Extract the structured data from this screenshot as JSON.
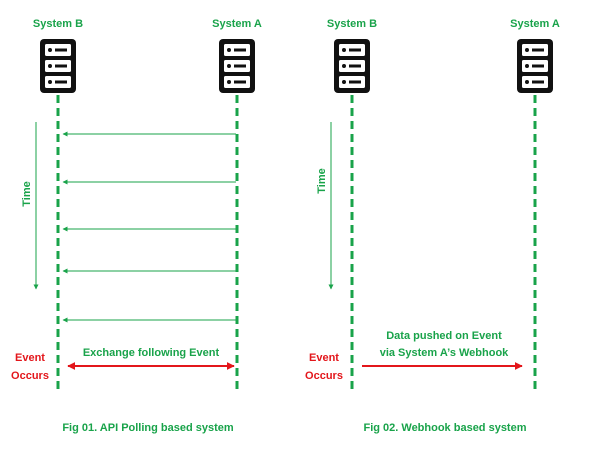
{
  "colors": {
    "green": "#19a34a",
    "red": "#e3161b",
    "ink": "#111111"
  },
  "icons": {
    "server": "server-icon"
  },
  "fig1": {
    "system_b": "System B",
    "system_a": "System A",
    "time": "Time",
    "event_line1": "Event",
    "event_line2": "Occurs",
    "exchange": "Exchange following Event",
    "caption": "Fig 01. API Polling based system",
    "poll_count": 5
  },
  "fig2": {
    "system_b": "System B",
    "system_a": "System A",
    "time": "Time",
    "event_line1": "Event",
    "event_line2": "Occurs",
    "push_line1": "Data pushed on Event",
    "push_line2": "via System A’s Webhook",
    "caption": "Fig 02. Webhook based system"
  }
}
